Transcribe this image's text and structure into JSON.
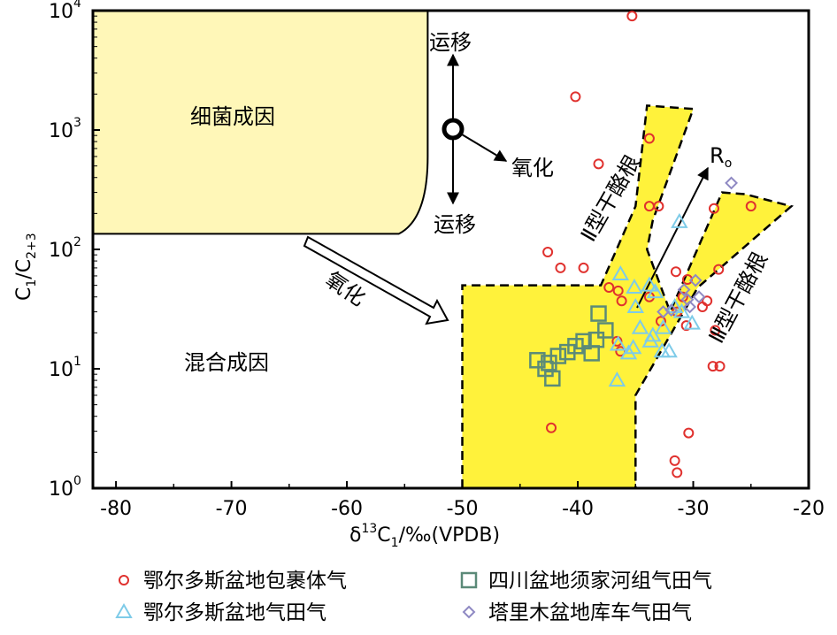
{
  "chart_data": {
    "type": "scatter",
    "x_scale": "linear",
    "y_scale": "log",
    "xlim": [
      -82,
      -20
    ],
    "ylim": [
      1,
      10000
    ],
    "x_ticks": [
      "-80",
      "-70",
      "-60",
      "-50",
      "-40",
      "-30",
      "-20"
    ],
    "y_ticks": [
      {
        "base": "10",
        "exp": "0"
      },
      {
        "base": "10",
        "exp": "1"
      },
      {
        "base": "10",
        "exp": "2"
      },
      {
        "base": "10",
        "exp": "3"
      },
      {
        "base": "10",
        "exp": "4"
      }
    ],
    "xlabel": {
      "delta": "δ",
      "sup": "13",
      "c": "C",
      "sub": "1",
      "unit": "/‰(VPDB)"
    },
    "ylabel": {
      "c1": "C",
      "sub1": "1",
      "slash": "/C",
      "sub2": "2+3"
    },
    "regions": {
      "bacterial": "细菌成因",
      "mixed": "混合成因",
      "type2": "Ⅱ型干酪根",
      "type3": "Ⅲ型干酪根"
    },
    "annotations": {
      "migration_up": "运移",
      "migration_down": "运移",
      "oxidation_right": "氧化",
      "oxidation_arrow": "氧化",
      "ro_base": "R",
      "ro_sub": "o"
    },
    "series": [
      {
        "name": "鄂尔多斯盆地包裹体气",
        "marker": "circle",
        "color": "#e0312e",
        "points": [
          [
            -35.3,
            9000
          ],
          [
            -40.2,
            1900
          ],
          [
            -33.8,
            850
          ],
          [
            -38.2,
            520
          ],
          [
            -25,
            230
          ],
          [
            -33.8,
            230
          ],
          [
            -33,
            230
          ],
          [
            -28.2,
            220
          ],
          [
            -42.6,
            95
          ],
          [
            -41.5,
            70
          ],
          [
            -39.5,
            70
          ],
          [
            -37.3,
            48
          ],
          [
            -36.5,
            45
          ],
          [
            -33.8,
            40
          ],
          [
            -36.2,
            37
          ],
          [
            -31.5,
            65
          ],
          [
            -30.5,
            56
          ],
          [
            -27.8,
            68
          ],
          [
            -30.9,
            40
          ],
          [
            -29.2,
            33
          ],
          [
            -28.8,
            37
          ],
          [
            -31.4,
            30
          ],
          [
            -36.6,
            17
          ],
          [
            -36.3,
            14
          ],
          [
            -32.8,
            25
          ],
          [
            -28.1,
            21
          ],
          [
            -30.6,
            23
          ],
          [
            -28.3,
            10.5
          ],
          [
            -27.7,
            10.5
          ],
          [
            -42.3,
            3.2
          ],
          [
            -30.4,
            2.9
          ],
          [
            -31.6,
            1.7
          ],
          [
            -31.4,
            1.35
          ]
        ]
      },
      {
        "name": "鄂尔多斯盆地气田气",
        "marker": "triangle",
        "color": "#7ecbe8",
        "points": [
          [
            -31.2,
            170
          ],
          [
            -36.3,
            62
          ],
          [
            -35.1,
            48
          ],
          [
            -33.8,
            50
          ],
          [
            -33.3,
            44
          ],
          [
            -35,
            33
          ],
          [
            -31.6,
            33
          ],
          [
            -31,
            30
          ],
          [
            -34.6,
            22
          ],
          [
            -32.6,
            22
          ],
          [
            -30.1,
            24
          ],
          [
            -33.5,
            19
          ],
          [
            -36.5,
            16
          ],
          [
            -35.2,
            15
          ],
          [
            -35.6,
            13.5
          ],
          [
            -33.7,
            17
          ],
          [
            -32.7,
            14
          ],
          [
            -32.1,
            14
          ],
          [
            -36.6,
            8
          ]
        ]
      },
      {
        "name": "四川盆地须家河组气田气",
        "marker": "square",
        "color": "#5b8a78",
        "points": [
          [
            -43.5,
            11.8
          ],
          [
            -42.5,
            11.2
          ],
          [
            -42.2,
            8.3
          ],
          [
            -41.7,
            12.8
          ],
          [
            -40.9,
            13.8
          ],
          [
            -40.2,
            15.5
          ],
          [
            -39.5,
            17
          ],
          [
            -38.8,
            13.5
          ],
          [
            -38.4,
            17.5
          ],
          [
            -38.2,
            29
          ],
          [
            -37.6,
            21
          ],
          [
            -42.8,
            10
          ]
        ]
      },
      {
        "name": "塔里木盆地库车气田气",
        "marker": "diamond",
        "color": "#8f89c3",
        "points": [
          [
            -26.7,
            360
          ],
          [
            -29.8,
            55
          ],
          [
            -30.8,
            46
          ],
          [
            -30.5,
            38
          ],
          [
            -29.5,
            40
          ],
          [
            -30.3,
            33
          ],
          [
            -31.9,
            31
          ],
          [
            -32.6,
            30
          ]
        ]
      }
    ]
  }
}
